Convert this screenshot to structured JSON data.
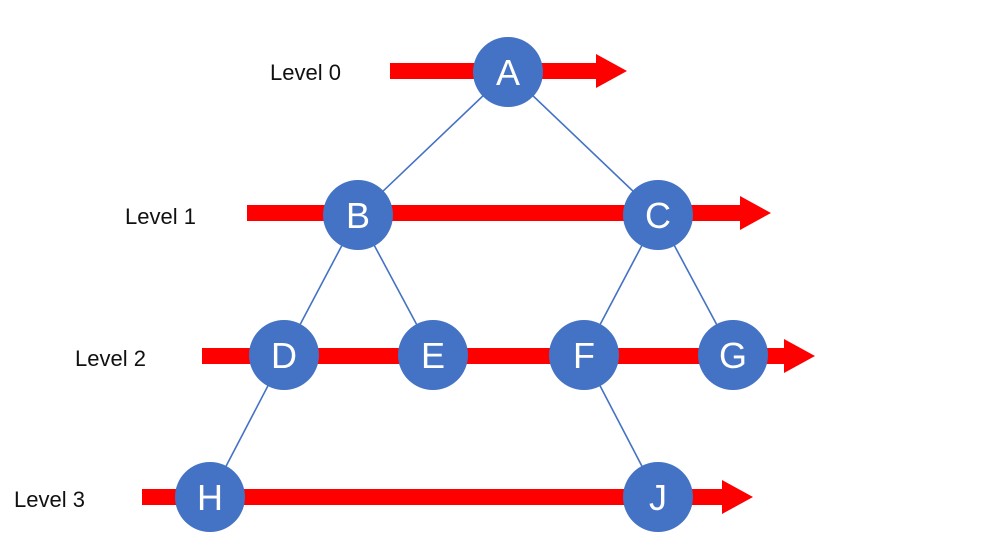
{
  "colors": {
    "arrow": "#ff0000",
    "node": "#4472c4",
    "edge": "#4472c4",
    "node_text": "#ffffff",
    "label_text": "#111111",
    "background": "#ffffff"
  },
  "levels": [
    {
      "label": "Level 0",
      "nodes": [
        "A"
      ]
    },
    {
      "label": "Level 1",
      "nodes": [
        "B",
        "C"
      ]
    },
    {
      "label": "Level 2",
      "nodes": [
        "D",
        "E",
        "F",
        "G"
      ]
    },
    {
      "label": "Level 3",
      "nodes": [
        "H",
        "J"
      ]
    }
  ],
  "nodes": {
    "A": "A",
    "B": "B",
    "C": "C",
    "D": "D",
    "E": "E",
    "F": "F",
    "G": "G",
    "H": "H",
    "J": "J"
  },
  "edges": [
    [
      "A",
      "B"
    ],
    [
      "A",
      "C"
    ],
    [
      "B",
      "D"
    ],
    [
      "B",
      "E"
    ],
    [
      "C",
      "F"
    ],
    [
      "C",
      "G"
    ],
    [
      "D",
      "H"
    ],
    [
      "F",
      "J"
    ]
  ]
}
